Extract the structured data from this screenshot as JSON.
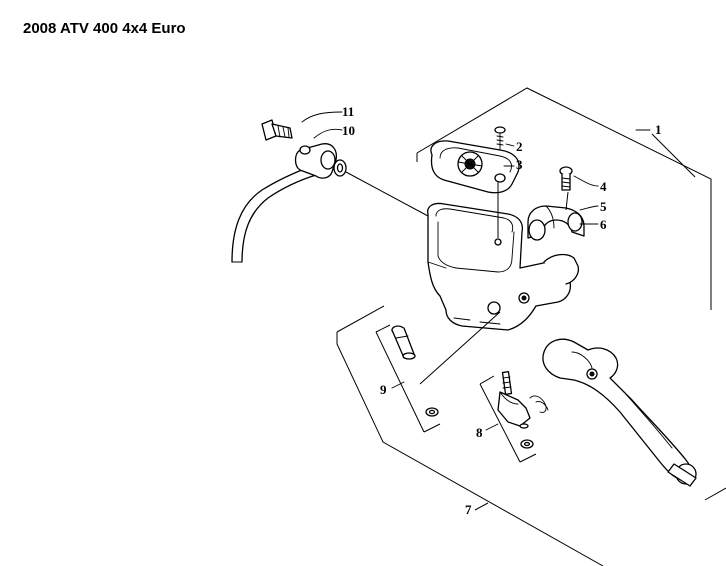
{
  "title": "2008 ATV 400 4x4 Euro",
  "callouts": {
    "c1": "1",
    "c2": "2",
    "c3": "3",
    "c4": "4",
    "c5": "5",
    "c6": "6",
    "c7": "7",
    "c8": "8",
    "c9": "9",
    "c10": "10",
    "c11": "11"
  }
}
